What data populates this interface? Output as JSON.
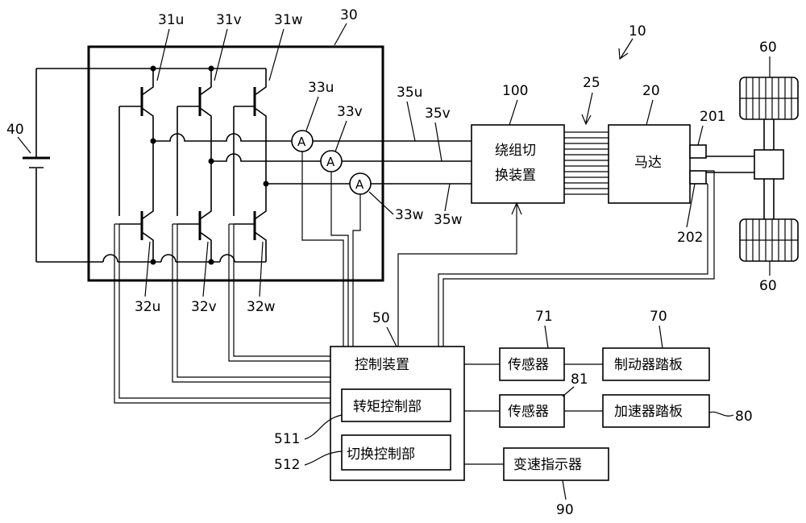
{
  "labels": {
    "system": "10",
    "motor_ref": "20",
    "winding_bus": "25",
    "inverter": "30",
    "t31u": "31u",
    "t31v": "31v",
    "t31w": "31w",
    "t32u": "32u",
    "t32v": "32v",
    "t32w": "32w",
    "s33u": "33u",
    "s33v": "33v",
    "s33w": "33w",
    "l35u": "35u",
    "l35v": "35v",
    "l35w": "35w",
    "battery": "40",
    "controller_ref": "50",
    "wheel_top": "60",
    "wheel_bottom": "60",
    "brake_ref": "70",
    "brake_sensor_ref": "71",
    "accel_ref": "80",
    "accel_sensor_ref": "81",
    "shift_ref": "90",
    "switch_device_ref": "100",
    "shaft_top": "201",
    "shaft_bottom": "202",
    "torque_ref": "511",
    "switch_ctrl_ref": "512"
  },
  "blocks": {
    "switch_device_line1": "绕组切",
    "switch_device_line2": "换装置",
    "motor": "马达",
    "controller": "控制装置",
    "torque_control": "转矩控制部",
    "switch_control": "切换控制部",
    "sensor_brake": "传感器",
    "sensor_accel": "传感器",
    "brake_pedal": "制动器踏板",
    "accel_pedal": "加速器踏板",
    "shift_indicator": "变速指示器"
  },
  "ammeter_symbol": "A"
}
